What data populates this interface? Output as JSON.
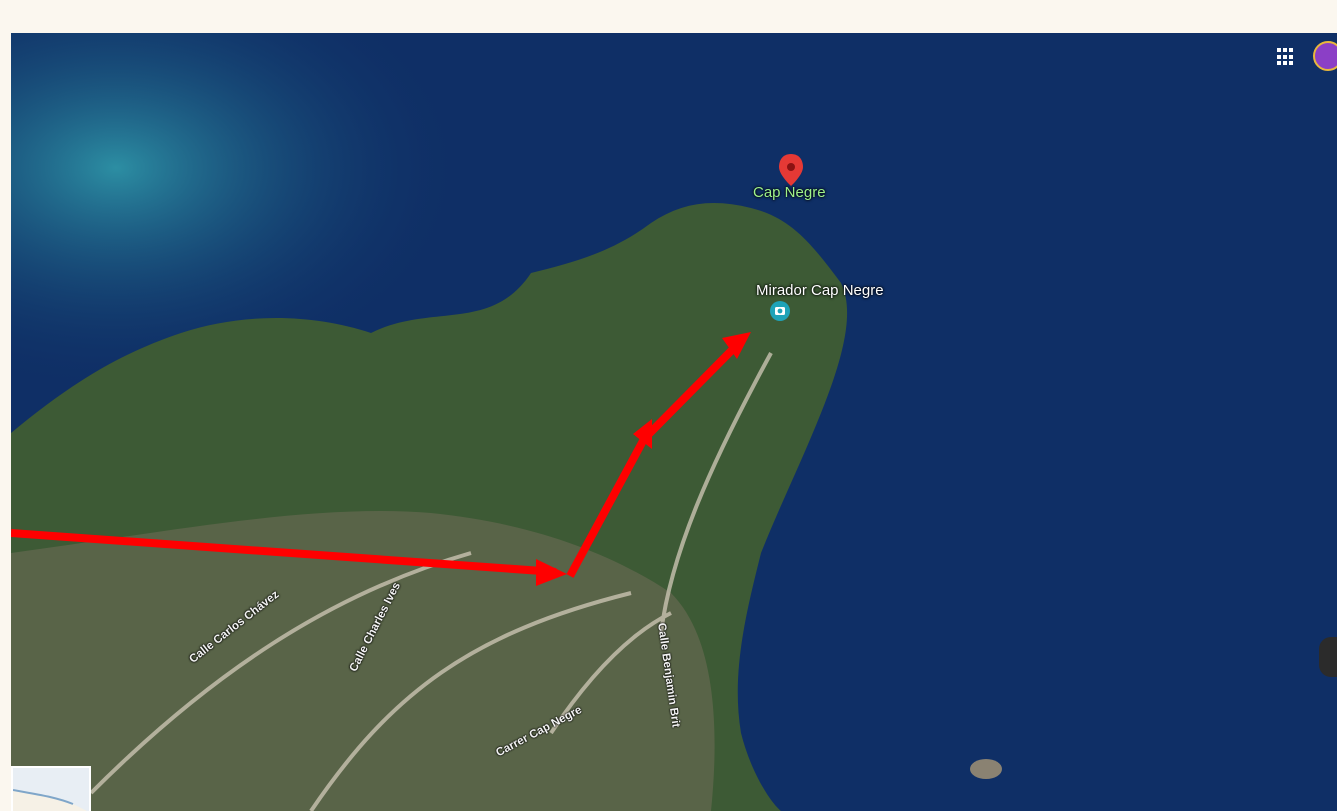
{
  "map": {
    "view": "satellite",
    "places": [
      {
        "name": "Cap Negre",
        "type": "pin",
        "color": "#e53935"
      },
      {
        "name": "Mirador Cap Negre",
        "type": "camera",
        "color": "#1fa3b8"
      }
    ],
    "streets": [
      "Calle Carlos Chávez",
      "Calle Charles Ives",
      "Calle Benjamin Brit",
      "Carrer Cap Negre"
    ],
    "route_color": "#ff0000",
    "colors": {
      "sea_deep": "#0f2f66",
      "sea_shallow": "#1f6b86",
      "land": "#3d5a35",
      "annotation": "#ff0000"
    }
  },
  "controls": {
    "apps_icon": "grid-icon",
    "avatar_icon": "avatar-icon",
    "inset_map": "minimap",
    "rotate_icon": "rotate-icon"
  }
}
